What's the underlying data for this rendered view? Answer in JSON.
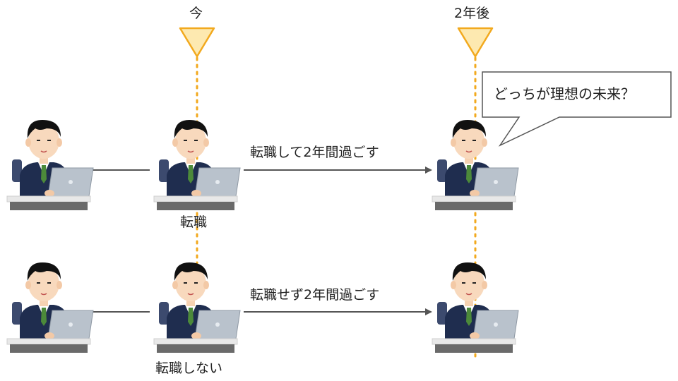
{
  "markers": {
    "now": "今",
    "two_years": "2年後"
  },
  "bubble": {
    "text": "どっちが理想の未来？"
  },
  "rows": [
    {
      "arrow_label": "転職して2年間過ごす",
      "branch_label": "転職"
    },
    {
      "arrow_label": "転職せず2年間過ごす",
      "branch_label": "転職しない"
    }
  ],
  "colors": {
    "marker_fill": "#fde9b0",
    "marker_stroke": "#f2a91e",
    "timeline": "#f2a91e",
    "arrow": "#555555",
    "bubble_stroke": "#555555"
  }
}
